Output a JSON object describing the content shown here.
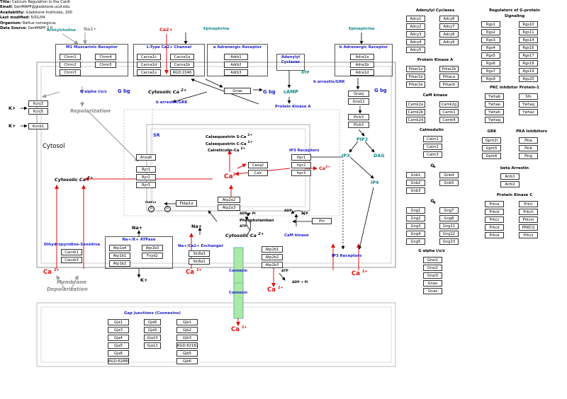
{
  "meta": {
    "title_label": "Title:",
    "title": "Calcium Regulation in the Cardi",
    "email_label": "Email:",
    "email": "GenMAPP@gladstone.ucsf.edu",
    "availability_label": "Availability:",
    "availability": "Gladstone Institutes, 200",
    "modified_label": "Last modified:",
    "modified": "5/01/04",
    "organism_label": "Organism:",
    "organism": "Rattus norvegicus",
    "source_label": "Data Source:",
    "source": "GenMAPP 2.0"
  },
  "labels": {
    "acetylcholine": "Acetylcholine",
    "na2plus": "Na2+",
    "ca2plus_top": "Ca2+",
    "epinephrine1": "Epinephrine",
    "epinephrine2": "Epinephrine",
    "m1": "M1 Muscarinic Receptor",
    "ltype": "L-Type Ca2+ Channel",
    "a_adr": "a   Adrenergic Receptor",
    "b_adr": "b   Adrenergic Receptor",
    "adenylyl": "Adenylyl Cyclases",
    "atp1": "ATP",
    "camp": "cAMP",
    "g_alpha_ioz": "G alpha i/o/z",
    "gbg1": "G bg",
    "gbg2": "G bg",
    "gbg3": "G bg",
    "cytosolic1": "Cytosolic Ca",
    "cytosolic_sup": "2+",
    "b_arrestin1": "b   arrestin/GRK",
    "b_arrestin2": "b   arrestin/GRK",
    "pka": "Protein Kinase A",
    "kplus1": "K+",
    "kplus2": "K+",
    "repolarization": "Repolarization",
    "cytosol": "Cytosol",
    "sr": "SR",
    "casq_s": "Calsequestrin S-Ca",
    "casq_c": "Calsequestrin C-Ca",
    "calret": "Calreticulin-Ca",
    "sup2": "2+",
    "ip3r": "IP3 Receptors",
    "pip2": "PIP2",
    "ip3": "IP3",
    "dag": "DAG",
    "ip4": "IP4",
    "cytosolic2": "Cytosolic Ca",
    "ca_center": "Ca",
    "ca_right": "Ca",
    "fkbp12": "FKBP12",
    "p_circle": "P",
    "adp_pi1": "ADP + Pi",
    "phospholamban": "Phospholamban",
    "atp2": "ATP",
    "adp": "ADP",
    "atp3": "ATP",
    "cam_kinase_lbl": "CaM kinase",
    "naplus1": "Na+",
    "naplus2": "Na+",
    "nak_atpase": "Na+/K+ ATPase",
    "naca_ex": "Na+/Ca2+ Exchanger",
    "dhp": "Dihydropyridine-Sensitive",
    "kplus3": "K+",
    "cytosolic3": "Cytosolic Ca",
    "connexin1": "Connexin",
    "connexin2": "Connexin",
    "ip3r2": "IP3 Receptors",
    "atp4": "ATP",
    "adp_pi2": "ADP + Pi",
    "ca_b1": "Ca",
    "ca_b2": "Ca",
    "ca_b3": "Ca",
    "ca_b4": "Ca",
    "ca_b5": "Ca",
    "membrane": "Membrane",
    "depolarization": "Depolarization",
    "gap_junctions": "Gap Junctions (Connexins)"
  },
  "genes": {
    "m1": [
      "Chrm1",
      "Chrm2",
      "Chrm3",
      "Chrm4",
      "Chrm5"
    ],
    "ltype": [
      "Cacna1c",
      "Cacna1d",
      "Cacna1s",
      "Cacna1a",
      "Cacna1b",
      "RGD:2246"
    ],
    "a_adr": [
      "Adrb1",
      "Adrb2",
      "Adrb3"
    ],
    "b_adr": [
      "Adra1a",
      "Adra1b",
      "Adra1d"
    ],
    "gnas": "Gnas",
    "gnaq": [
      "Gnaq",
      "Gna11"
    ],
    "kcnj": [
      "Kcnj3",
      "Kcnj5"
    ],
    "kcnb1": "Kcnb1",
    "plcb": [
      "Plcb3",
      "Plcb3"
    ],
    "anxa6": "Anxa6",
    "ryr": [
      "Ryr1",
      "Ryr2",
      "Ryr3"
    ],
    "casq": [
      "Casq2",
      "Calr"
    ],
    "itpr": [
      "Itpr1",
      "Itpr2",
      "Itpr3"
    ],
    "fkbp1a": "Fkbp1a",
    "atp2a": [
      "Atp2a2",
      "Atp2a3"
    ],
    "pln": "Pln",
    "atp1a": [
      "Atp1a4",
      "Atp1b1",
      "Atp1b2"
    ],
    "atp1b3": [
      "Atp1b3",
      "Fxyd2"
    ],
    "slc8a": [
      "Slc8a3",
      "Slc8a1"
    ],
    "cacnb": [
      "Cacnb1",
      "Cacnb3"
    ],
    "atp2b": [
      "Atp2b1",
      "Atp2b2",
      "Atp2b3"
    ],
    "gja_col1": [
      "Gja1",
      "Gja3",
      "Gja4",
      "Gja5",
      "Gja6",
      "RGD:628880"
    ],
    "gja_col2": [
      "Gja8",
      "Gja9",
      "Gja10",
      "Gja12"
    ],
    "gja_col3": [
      "Gjb1",
      "Gjb2",
      "Gjb3",
      "RGD:621822",
      "Gjb5",
      "Gjb6"
    ]
  },
  "right_panel": {
    "adenylyl_title": "Adenylyl Cyclases",
    "adenylyl_a": [
      "Adcy1",
      "Adcy2",
      "Adcy3",
      "Adcy4",
      "Adcy5"
    ],
    "adenylyl_b": [
      "Adcy6",
      "Adcy7",
      "Adcy8",
      "Adcy9"
    ],
    "pka_title": "Protein Kinase A",
    "pka_a": [
      "Prkar1a",
      "Prkar1b",
      "Prkar2a"
    ],
    "pka_b": [
      "Prkar2b",
      "Prkaca",
      "Prkacb"
    ],
    "camk_title": "CaM kinase",
    "camk_a": [
      "Camk2a",
      "Camk2b",
      "Camk2d"
    ],
    "camk_b": [
      "Camk2g",
      "Camk1",
      "Camk4"
    ],
    "calmod_title": "Calmodulin",
    "calmod": [
      "Calm1",
      "Calm2",
      "Calm3"
    ],
    "gb_title": "G",
    "gb_sub": "b",
    "gb_a": [
      "Gnb1",
      "Gnb2",
      "Gnb3"
    ],
    "gb_b": [
      "Gnb4",
      "Gnb5"
    ],
    "gg_title": "G",
    "gg_sub": "g",
    "gg_a": [
      "Gng1",
      "Gng2",
      "Gng3",
      "Gng4",
      "Gng5"
    ],
    "gg_b": [
      "Gng7",
      "Gng8",
      "Gng11",
      "Gng12",
      "Gng13"
    ],
    "gaioz_title": "G alpha i/o/z",
    "gaioz": [
      "Gnai1",
      "Gnai2",
      "Gnai3",
      "Gnao",
      "Gnaz"
    ],
    "rgs_title1": "Regulators of G-protein",
    "rgs_title2": "Signaling",
    "rgs_a": [
      "Rgs1",
      "Rgs2",
      "Rgs3",
      "Rgs4",
      "Rgs5",
      "Rgs6",
      "Rgs7",
      "Rgs9"
    ],
    "rgs_b": [
      "Rgs10",
      "Rgs11",
      "Rgs14",
      "Rgs16",
      "Rgs17",
      "Rgs18",
      "Rgs19",
      "Rgs20"
    ],
    "pkci_title": "PKC inhibitor Protein-1",
    "pkci_a": [
      "Ywhab",
      "Ywhae",
      "Ywhah",
      "Ywhag"
    ],
    "pkci_b": [
      "Sfn",
      "Ywhaq",
      "Ywhaz"
    ],
    "grk_title": "GRK",
    "grk": [
      "Gprk2l",
      "Gprk5",
      "Gprk6"
    ],
    "pkai_title": "PKA Inhibitors",
    "pkai": [
      "Pkia",
      "Pkib",
      "Pkig"
    ],
    "barr_title": "beta Arrestin",
    "barr": [
      "Arrb1",
      "Arrb2"
    ],
    "pkc_title": "Protein Kinase C",
    "pkc_a": [
      "Prkca",
      "Prkcb",
      "Prkcc",
      "Prkcd",
      "Prkce"
    ],
    "pkc_b": [
      "Prkci",
      "Prkch",
      "Prkcm",
      "PRKCQ",
      "Prkcz"
    ]
  }
}
